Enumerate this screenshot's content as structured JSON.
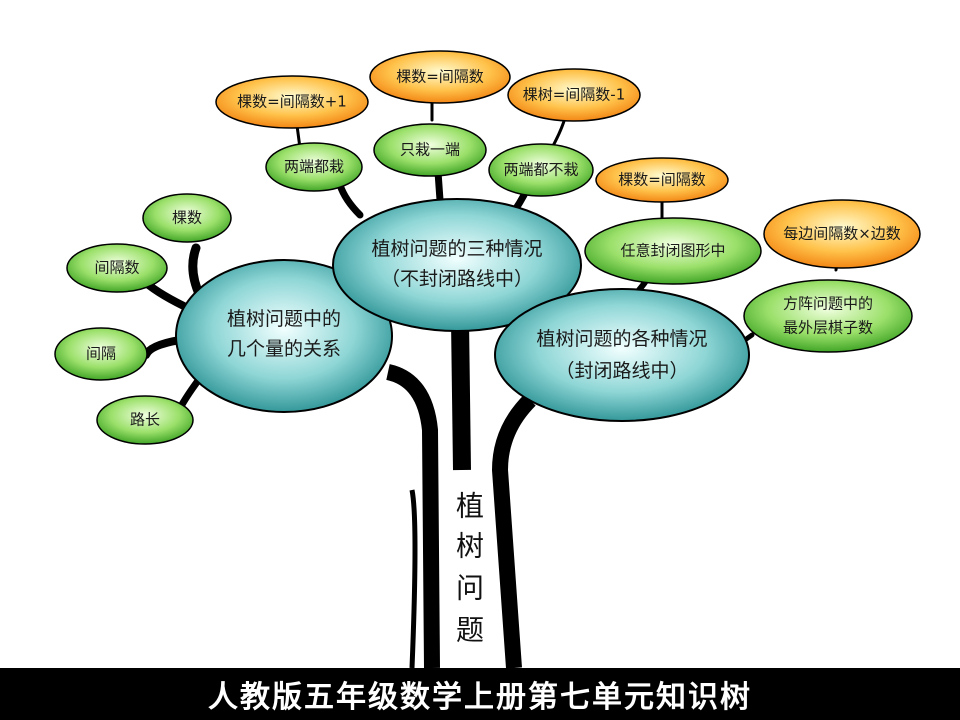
{
  "title": "人教版五年级数学上册第七单元知识树",
  "trunk_label": [
    "植",
    "树",
    "问",
    "题"
  ],
  "colors": {
    "teal_center": "#e8fbfb",
    "teal_edge": "#1f8a8c",
    "green_center": "#eaffd6",
    "green_edge": "#36a11e",
    "orange_center": "#fff3b0",
    "orange_edge": "#f08a10",
    "stroke": "#000000"
  },
  "main_nodes": {
    "quantities": [
      "植树问题中的",
      "几个量的关系"
    ],
    "three_cases": [
      "植树问题的三种情况",
      "（不封闭路线中）"
    ],
    "closed_cases": [
      "植树问题的各种情况",
      "（封闭路线中）"
    ]
  },
  "quantity_leaves": [
    "棵数",
    "间隔数",
    "间隔",
    "路长"
  ],
  "case_leaves": {
    "both_ends": "两端都栽",
    "one_end": "只栽一端",
    "neither_end": "两端都不栽",
    "closed_figure": "任意封闭图形中",
    "square_array": [
      "方阵问题中的",
      "最外层棋子数"
    ]
  },
  "formulas": {
    "both_ends": "棵数=间隔数+1",
    "one_end": "棵数=间隔数",
    "neither_end": "棵树=间隔数-1",
    "closed_figure": "棵数=间隔数",
    "square_array": "每边间隔数×边数"
  }
}
